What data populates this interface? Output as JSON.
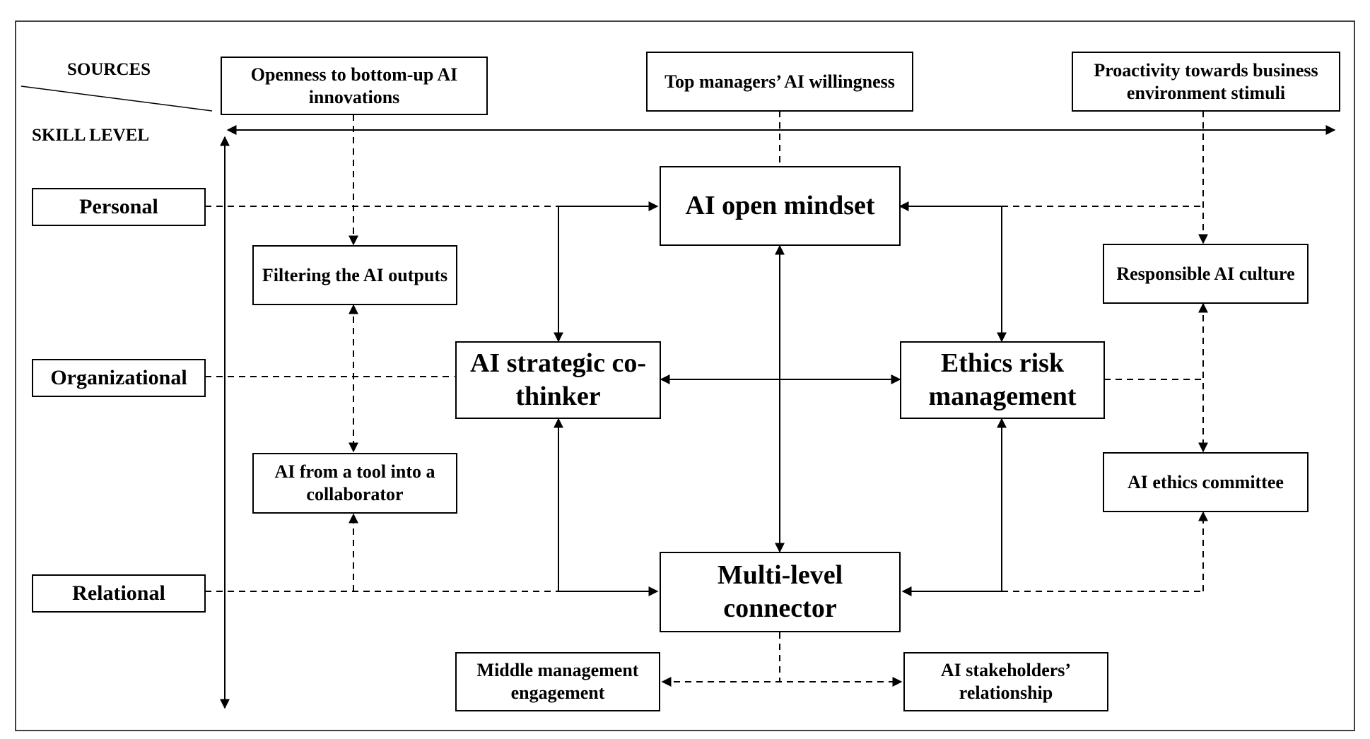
{
  "corner": {
    "sources_label": "SOURCES",
    "skill_level_label": "SKILL LEVEL"
  },
  "sources": {
    "openness": "Openness to bottom-up AI innovations",
    "top_managers": "Top managers’ AI willingness",
    "proactivity": "Proactivity towards business environment stimuli"
  },
  "levels": {
    "personal": "Personal",
    "organizational": "Organizational",
    "relational": "Relational"
  },
  "mid": {
    "filtering": "Filtering the AI outputs",
    "tool_collaborator": "AI from a tool into a collaborator",
    "responsible_culture": "Responsible AI culture",
    "ethics_committee": "AI ethics committee"
  },
  "core": {
    "open_mindset": "AI open mindset",
    "strategic": "AI strategic co-thinker",
    "ethics_risk": "Ethics risk management",
    "connector": "Multi-level connector"
  },
  "bottom": {
    "middle_mgmt": "Middle management engagement",
    "stakeholders": "AI stakeholders’ relationship"
  }
}
